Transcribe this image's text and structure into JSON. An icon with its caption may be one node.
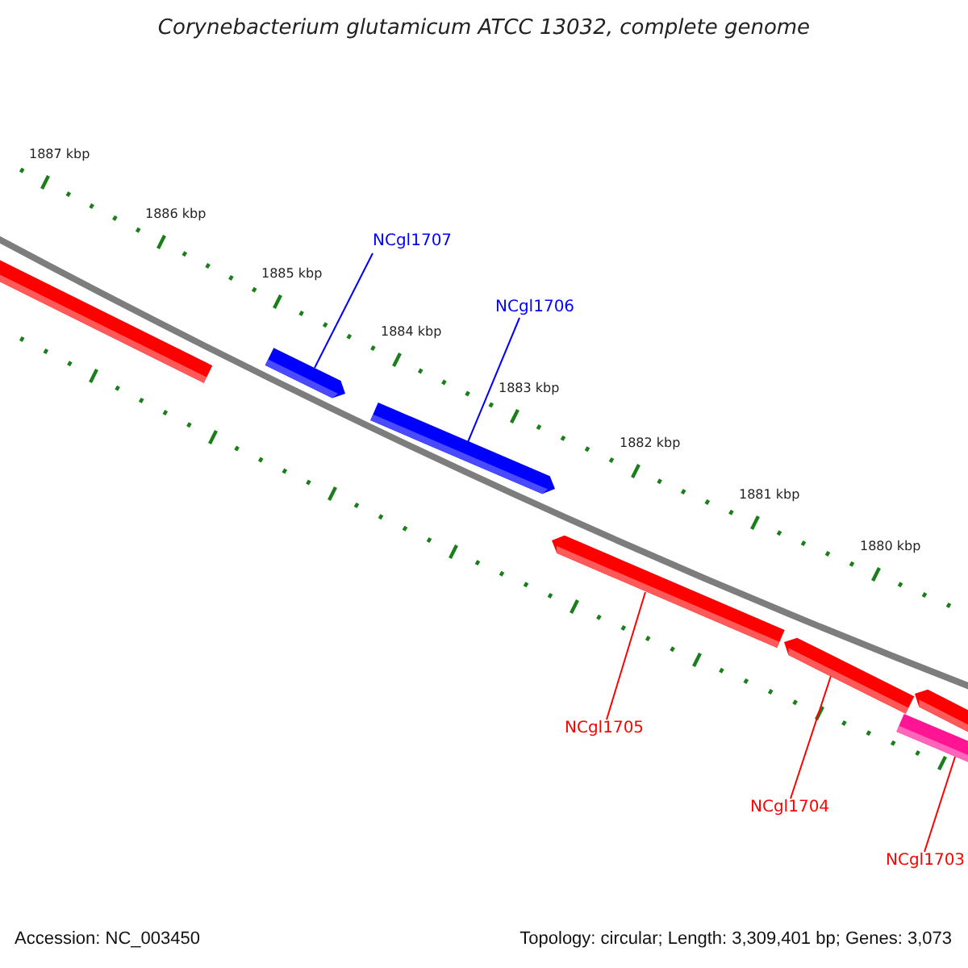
{
  "diagram": {
    "title": "Corynebacterium glutamicum ATCC 13032, complete genome",
    "nodes": [
      {
        "text": [],
        "shape": "bar"
      },
      {
        "text": [],
        "shape": "bar"
      },
      {
        "text": [],
        "shape": "bar"
      },
      {
        "text": [],
        "shape": "bar"
      },
      {
        "text": [],
        "shape": "bar"
      },
      {
        "text": [],
        "shape": "bar"
      },
      {
        "text": [],
        "shape": "bar"
      },
      {
        "text": [
          "NCgl1707"
        ]
      },
      {
        "text": [
          "NCgl1706"
        ]
      },
      {
        "text": [
          "NCgl1705"
        ]
      },
      {
        "text": [
          "NCgl1704"
        ]
      },
      {
        "text": [
          "NCgl1703"
        ]
      }
    ],
    "edges": [
      {
        "from": 7,
        "to": 1,
        "arrow": "none",
        "color": "#0000ff"
      },
      {
        "from": 8,
        "to": 2,
        "arrow": "none",
        "color": "#0000ff"
      },
      {
        "from": 9,
        "to": 3,
        "arrow": "none"
      },
      {
        "from": 10,
        "to": 4,
        "arrow": "none"
      },
      {
        "from": 11,
        "to": 6,
        "arrow": "none"
      }
    ],
    "labels": [
      "1887 kbp",
      "1886 kbp",
      "1885 kbp",
      "1884 kbp",
      "1883 kbp",
      "1882 kbp",
      "1881 kbp",
      "1880 kbp",
      "Accession: NC_003450",
      "Topology: circular; Length: 3,309,401 bp; Genes: 3,073"
    ]
  }
}
